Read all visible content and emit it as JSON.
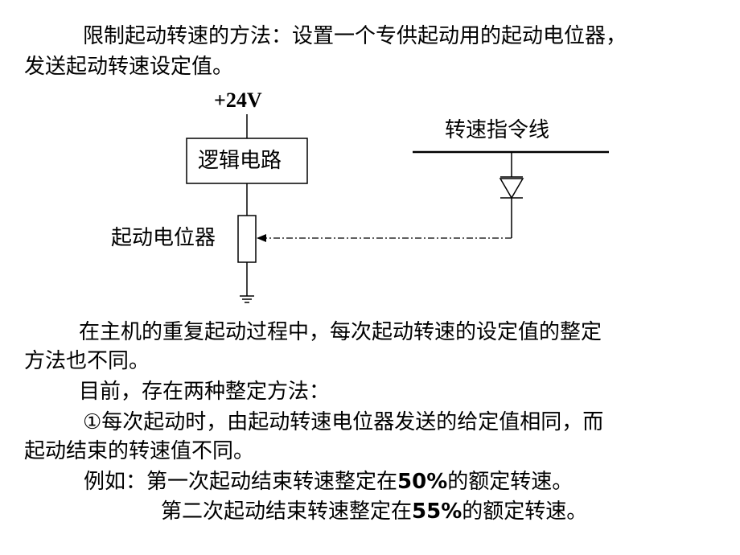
{
  "intro": {
    "line1": "限制起动转速的方法：设置一个专供起动用的起动电位器，",
    "line2": "发送起动转速设定值。"
  },
  "diagram": {
    "supply_label": "+24V",
    "logic_label": "逻辑电路",
    "pot_label": "起动电位器",
    "cmd_line_label": "转速指令线"
  },
  "body": {
    "p1_line1": "在主机的重复起动过程中，每次起动转速的设定值的整定",
    "p1_line2": "方法也不同。",
    "p2": "目前，存在两种整定方法：",
    "p3_line1": "①每次起动时，由起动转速电位器发送的给定值相同，而",
    "p3_line2": "起动结束的转速值不同。",
    "ex1_prefix": "例如：第一次起动结束转速整定在",
    "ex1_value": "50%",
    "ex1_suffix": "的额定转速。",
    "ex2_prefix": "第二次起动结束转速整定在",
    "ex2_value": "55%",
    "ex2_suffix": "的额定转速。"
  }
}
